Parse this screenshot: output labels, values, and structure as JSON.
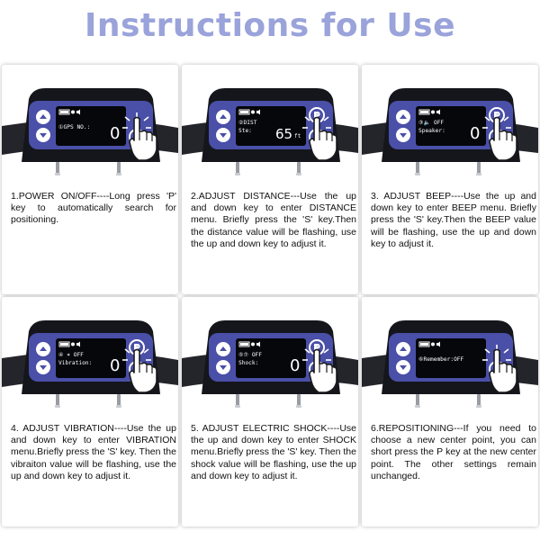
{
  "title": "Instructions for Use",
  "steps": [
    {
      "text": "1.POWER ON/OFF----Long press 'P' key to automatically search for positioning.",
      "lcd_label": "①GPS NO.:",
      "lcd_label2": "",
      "lcd_value": "0",
      "lcd_unit": "",
      "show_p_key": false,
      "show_icons": true
    },
    {
      "text": "2.ADJUST DISTANCE---Use the up and down key to enter DISTANCE menu. Briefly press the 'S' key.Then the distance value will be flashing, use the up and down key to adjust it.",
      "lcd_label": "②DIST",
      "lcd_label2": "Ste:",
      "lcd_value": "65",
      "lcd_unit": "ft",
      "show_p_key": true,
      "show_icons": true
    },
    {
      "text": "3. ADJUST BEEP----Use the up and down key to enter BEEP menu. Briefly press the 'S' key.Then the BEEP value will be flashing, use the up and down key to adjust it.",
      "lcd_label": "③🔈 OFF",
      "lcd_label2": "Speaker:",
      "lcd_value": "0",
      "lcd_unit": "",
      "show_p_key": true,
      "show_icons": true
    },
    {
      "text": "4. ADJUST VIBRATION----Use the up and down key to enter VIBRATION menu.Briefly press the 'S' key. Then the vibraiton value will be flashing, use the up and down key to adjust it.",
      "lcd_label": "④ ✶ OFF",
      "lcd_label2": "Vibration:",
      "lcd_value": "0",
      "lcd_unit": "",
      "show_p_key": true,
      "show_icons": true
    },
    {
      "text": "5. ADJUST ELECTRIC SHOCK----Use the up and down key to enter SHOCK menu.Briefly press the 'S' key. Then the shock value will be flashing, use the up and down key to adjust it.",
      "lcd_label": "⑤⑦ OFF",
      "lcd_label2": "Shock:",
      "lcd_value": "0",
      "lcd_unit": "",
      "show_p_key": true,
      "show_icons": true
    },
    {
      "text": "6.REPOSITIONING---If you need to choose a new center point, you can short press the P key at the new center point. The other settings remain unchanged.",
      "lcd_label": "⑥Remember:OFF",
      "lcd_label2": "",
      "lcd_value": "",
      "lcd_unit": "",
      "show_p_key": false,
      "show_icons": true
    }
  ],
  "keys": {
    "p": "P",
    "s": "S"
  },
  "colors": {
    "title": "#9aa3da",
    "device_body": "#15161c",
    "faceplate": "#4a4fa8",
    "lcd": "#06070b",
    "strap": "#24252b"
  }
}
